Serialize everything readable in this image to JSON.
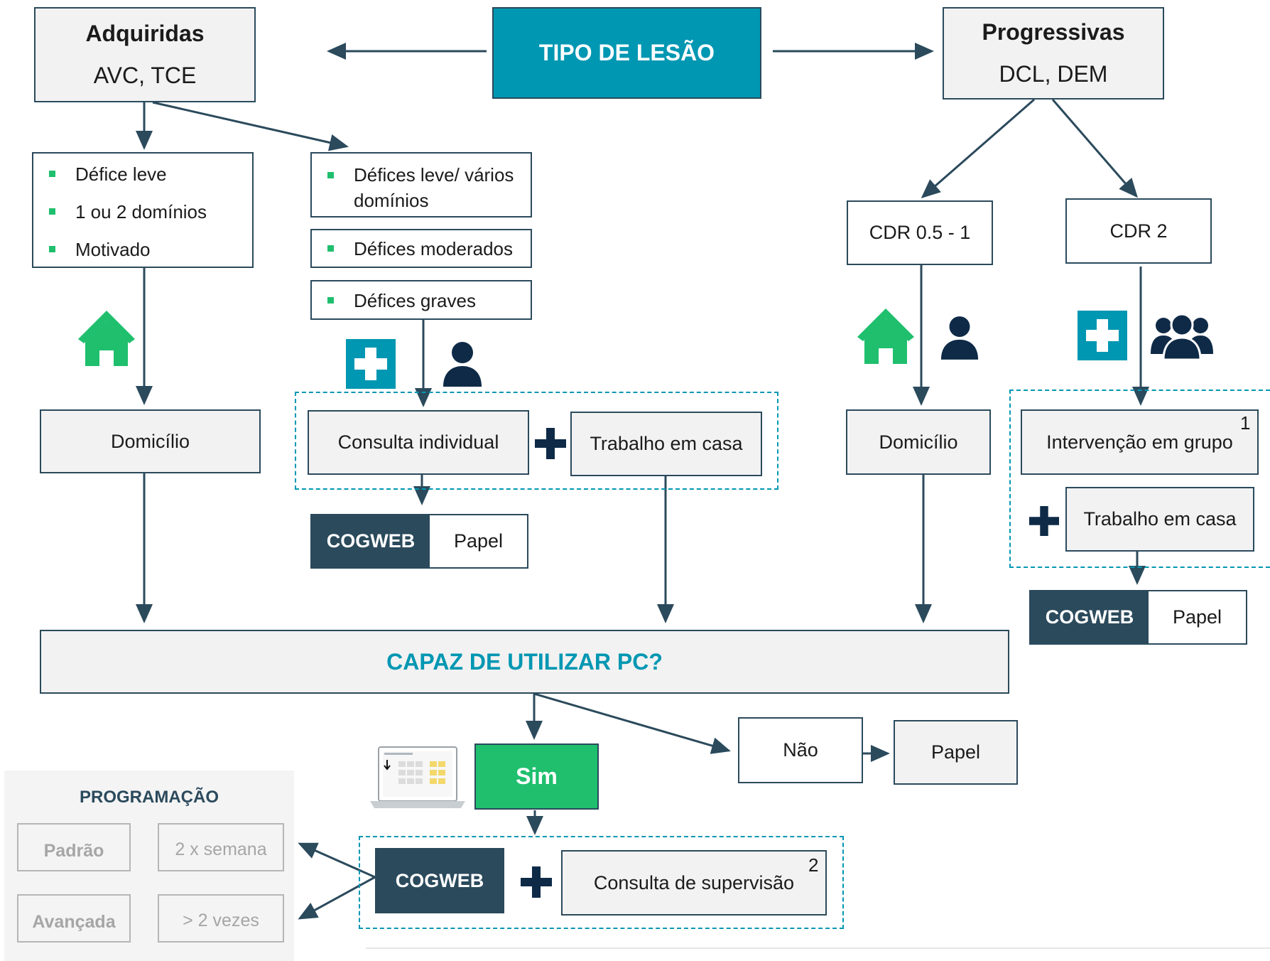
{
  "top": {
    "center": "TIPO DE LESÃO",
    "left_title": "Adquiridas",
    "left_sub": "AVC, TCE",
    "right_title": "Progressivas",
    "right_sub": "DCL, DEM"
  },
  "acquired": {
    "mild_list": [
      "Défice leve",
      "1 ou 2 domínios",
      "Motivado"
    ],
    "multi_list": [
      "Défices leve/ vários domínios",
      "Défices moderados",
      "Défices graves"
    ],
    "home": "Domicílio",
    "consult": "Consulta individual",
    "homework": "Trabalho em casa",
    "cogweb": "COGWEB",
    "paper": "Papel"
  },
  "progressive": {
    "cdr_low": "CDR 0.5 - 1",
    "cdr_high": "CDR 2",
    "home": "Domicílio",
    "group": "Intervenção em grupo",
    "group_note": "1",
    "homework": "Trabalho em casa",
    "cogweb": "COGWEB",
    "paper": "Papel"
  },
  "pc": {
    "question": "CAPAZ DE UTILIZAR PC?",
    "yes": "Sim",
    "no": "Não",
    "no_result": "Papel",
    "cogweb": "COGWEB",
    "supervision": "Consulta de supervisão",
    "supervision_note": "2"
  },
  "programming": {
    "title": "PROGRAMAÇÃO",
    "standard": "Padrão",
    "standard_freq": "2 x semana",
    "advanced": "Avançada",
    "advanced_freq": "> 2 vezes"
  },
  "colors": {
    "teal": "#0097b2",
    "green": "#1fbf6e",
    "dark": "#2b4a5c",
    "navy": "#0e2a47"
  },
  "icons": [
    "house-icon",
    "medical-cross-icon",
    "person-icon",
    "group-icon",
    "laptop-icon",
    "plus-icon"
  ]
}
